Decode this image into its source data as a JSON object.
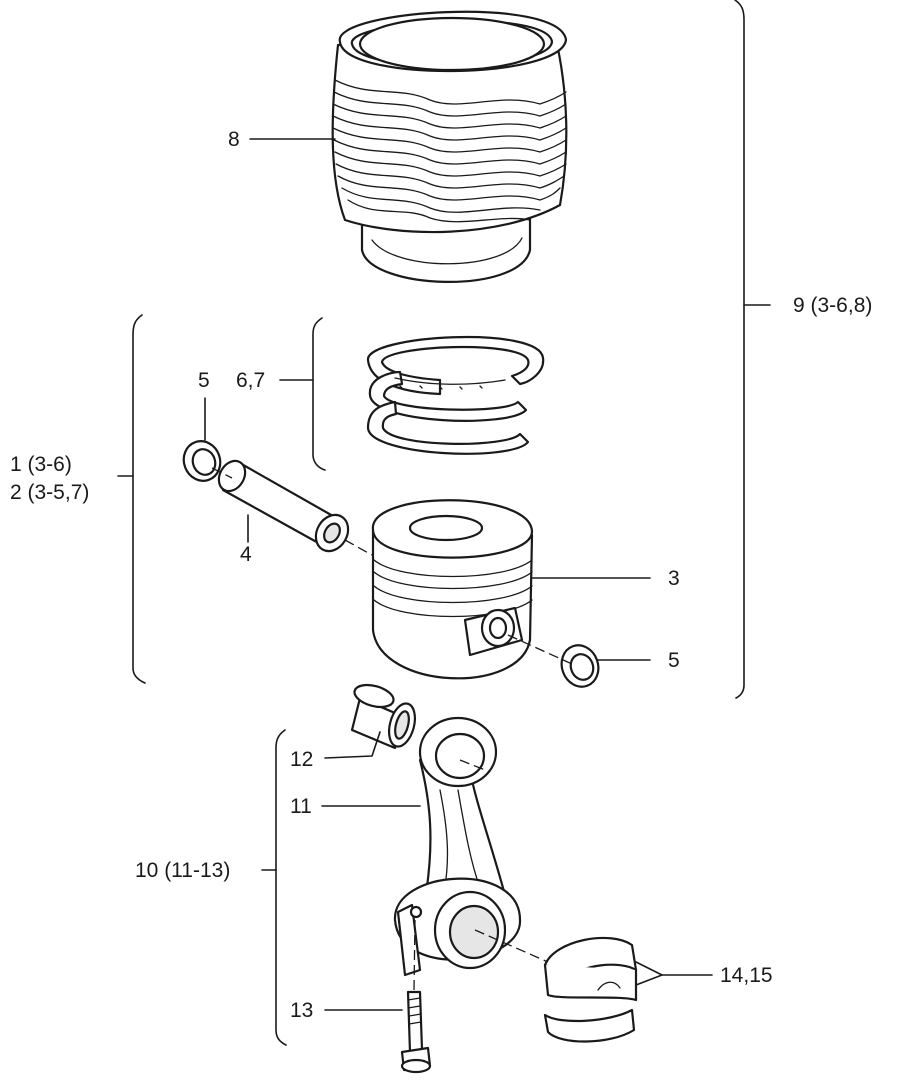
{
  "labels": {
    "cylinder": "8",
    "cylinder_kit": "9 (3-6,8)",
    "rings": "6,7",
    "circlip_left": "5",
    "piston_kit_1": "1 (3-6)",
    "piston_kit_2": "2 (3-5,7)",
    "pin": "4",
    "piston": "3",
    "circlip_right": "5",
    "bushing": "12",
    "rod": "11",
    "rod_assembly": "10 (11-13)",
    "bolt": "13",
    "bearing_shells": "14,15"
  }
}
